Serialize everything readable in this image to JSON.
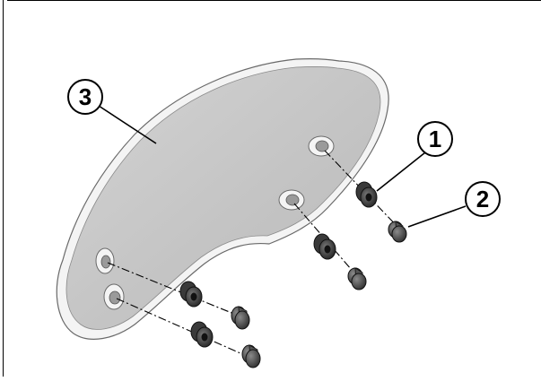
{
  "diagram": {
    "callouts": [
      {
        "id": "1",
        "label": "1"
      },
      {
        "id": "2",
        "label": "2"
      },
      {
        "id": "3",
        "label": "3"
      }
    ],
    "colors": {
      "panel_fill": "#c9c9c9",
      "panel_edge": "#f2f2f2",
      "panel_outline": "#5a5a5a",
      "part_dark": "#2e2e2e",
      "part_mid": "#6e6e6e",
      "line": "#000000"
    }
  }
}
